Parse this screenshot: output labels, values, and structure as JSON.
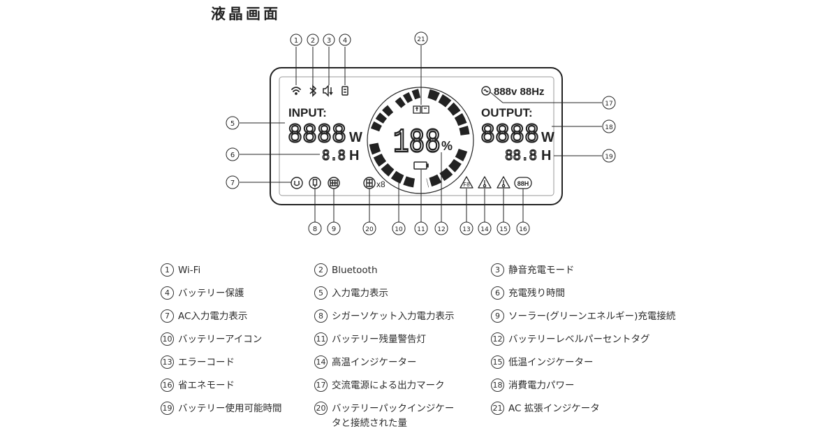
{
  "title": "液晶画面",
  "display": {
    "input_label": "INPUT:",
    "output_label": "OUTPUT:",
    "input_watts": "8888",
    "input_hours": "8.8",
    "output_watts": "8888",
    "output_hours": "88.8",
    "percent": "188",
    "percent_unit": "%",
    "unit_w": "W",
    "unit_h": "H",
    "ac_readout": "888v 88Hz",
    "battery_pack_count": "x8",
    "error_code": "F8",
    "eco_badge": "88H"
  },
  "callout_numbers": [
    "1",
    "2",
    "3",
    "4",
    "5",
    "6",
    "7",
    "8",
    "9",
    "10",
    "11",
    "12",
    "13",
    "14",
    "15",
    "16",
    "17",
    "18",
    "19",
    "20",
    "21"
  ],
  "legend": [
    {
      "num": "1",
      "label": "Wi-Fi"
    },
    {
      "num": "2",
      "label": "Bluetooth"
    },
    {
      "num": "3",
      "label": "静音充電モード"
    },
    {
      "num": "4",
      "label": "バッテリー保護"
    },
    {
      "num": "5",
      "label": "入力電力表示"
    },
    {
      "num": "6",
      "label": "充電残り時間"
    },
    {
      "num": "7",
      "label": "AC入力電力表示"
    },
    {
      "num": "8",
      "label": "シガーソケット入力電力表示"
    },
    {
      "num": "9",
      "label": "ソーラー(グリーンエネルギー)充電接続"
    },
    {
      "num": "10",
      "label": "バッテリーアイコン"
    },
    {
      "num": "11",
      "label": "バッテリー残量警告灯"
    },
    {
      "num": "12",
      "label": "バッテリーレベルパーセントタグ"
    },
    {
      "num": "13",
      "label": "エラーコード"
    },
    {
      "num": "14",
      "label": "高温インジケーター"
    },
    {
      "num": "15",
      "label": "低温インジケーター"
    },
    {
      "num": "16",
      "label": "省エネモード"
    },
    {
      "num": "17",
      "label": "交流電源による出力マーク"
    },
    {
      "num": "18",
      "label": "消費電力パワー"
    },
    {
      "num": "19",
      "label": "バッテリー使用可能時間"
    },
    {
      "num": "20",
      "label": "バッテリーパックインジケー\nタと接続された量"
    },
    {
      "num": "21",
      "label": "AC 拡張インジケータ"
    }
  ],
  "icons": [
    "wifi-icon",
    "bluetooth-icon",
    "silent-charge-icon",
    "battery-protect-icon",
    "ac-input-icon",
    "car-socket-icon",
    "solar-icon",
    "battery-pack-icon",
    "battery-icon",
    "error-code-icon",
    "high-temp-icon",
    "low-temp-icon",
    "eco-mode-icon",
    "ac-output-icon",
    "ac-expansion-icon"
  ]
}
